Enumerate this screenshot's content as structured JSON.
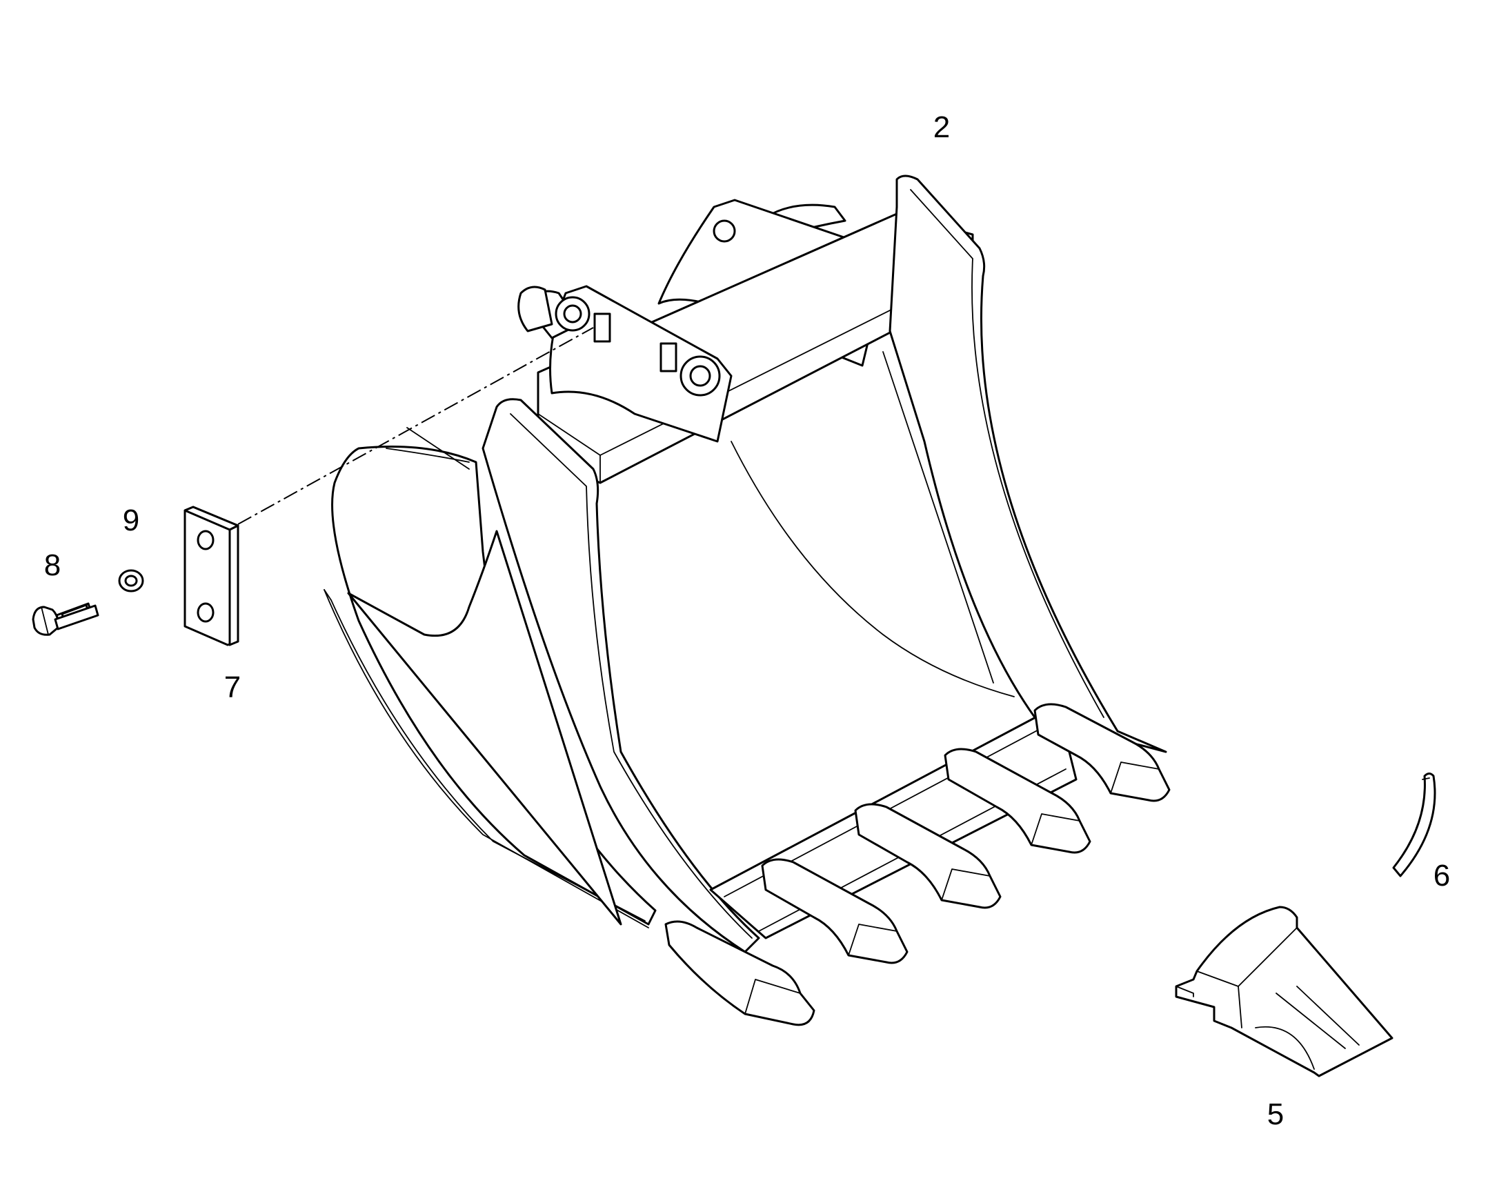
{
  "figure": {
    "background": "#ffffff",
    "line_color": "#000000"
  },
  "callouts": [
    {
      "id": "label-2",
      "text": "2"
    },
    {
      "id": "label-5",
      "text": "5"
    },
    {
      "id": "label-6",
      "text": "6"
    },
    {
      "id": "label-7",
      "text": "7"
    },
    {
      "id": "label-8",
      "text": "8"
    },
    {
      "id": "label-9",
      "text": "9"
    }
  ],
  "parts": [
    {
      "ref": "2",
      "name": "bucket"
    },
    {
      "ref": "5",
      "name": "tooth-tip"
    },
    {
      "ref": "6",
      "name": "tooth-lock-pin"
    },
    {
      "ref": "7",
      "name": "wear-plate"
    },
    {
      "ref": "8",
      "name": "bolt"
    },
    {
      "ref": "9",
      "name": "washer"
    }
  ]
}
